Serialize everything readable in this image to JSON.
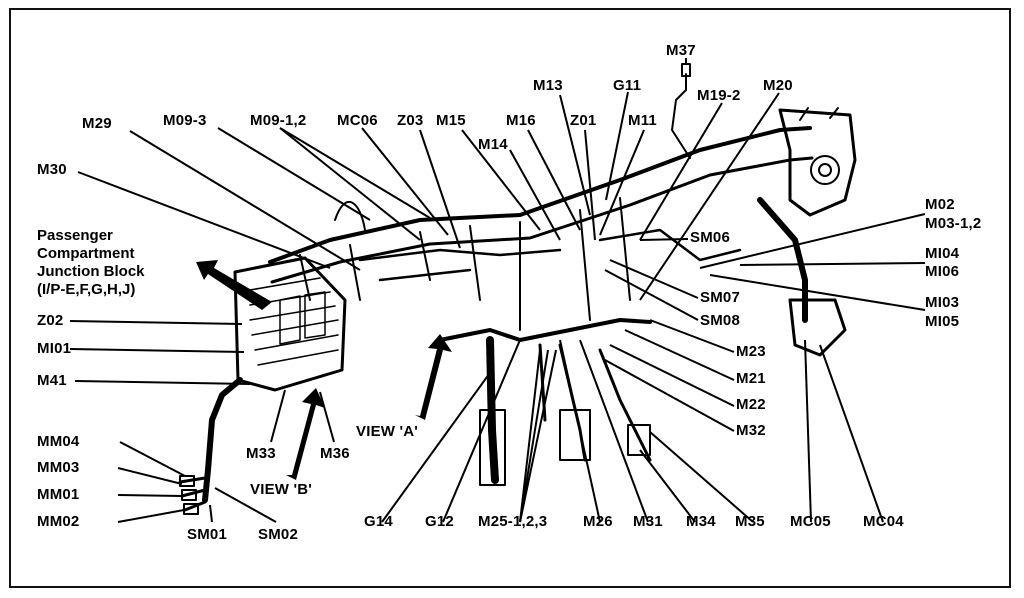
{
  "diagram": {
    "title_block": {
      "line1": "Passenger",
      "line2": "Compartment",
      "line3": "Junction Block",
      "line4": "(I/P-E,F,G,H,J)"
    },
    "labels": {
      "M37": "M37",
      "M13": "M13",
      "G11": "G11",
      "M19_2": "M19-2",
      "M20": "M20",
      "M29": "M29",
      "M09_3": "M09-3",
      "M09_12": "M09-1,2",
      "MC06": "MC06",
      "Z03": "Z03",
      "M15": "M15",
      "M16": "M16",
      "Z01": "Z01",
      "M11": "M11",
      "M14": "M14",
      "M30": "M30",
      "M02": "M02",
      "M03_12": "M03-1,2",
      "SM06": "SM06",
      "MI04": "MI04",
      "MI06": "MI06",
      "SM07": "SM07",
      "SM08": "SM08",
      "MI03": "MI03",
      "MI05": "MI05",
      "Z02": "Z02",
      "MI01": "MI01",
      "M41": "M41",
      "M23": "M23",
      "M21": "M21",
      "M22": "M22",
      "M32": "M32",
      "VIEW_A": "VIEW 'A'",
      "M33": "M33",
      "M36": "M36",
      "VIEW_B": "VIEW 'B'",
      "MM04": "MM04",
      "MM03": "MM03",
      "MM01": "MM01",
      "MM02": "MM02",
      "SM01": "SM01",
      "SM02": "SM02",
      "G14": "G14",
      "G12": "G12",
      "M25_123": "M25-1,2,3",
      "M26": "M26",
      "M31": "M31",
      "M34": "M34",
      "M35": "M35",
      "MC05": "MC05",
      "MC04": "MC04"
    }
  }
}
